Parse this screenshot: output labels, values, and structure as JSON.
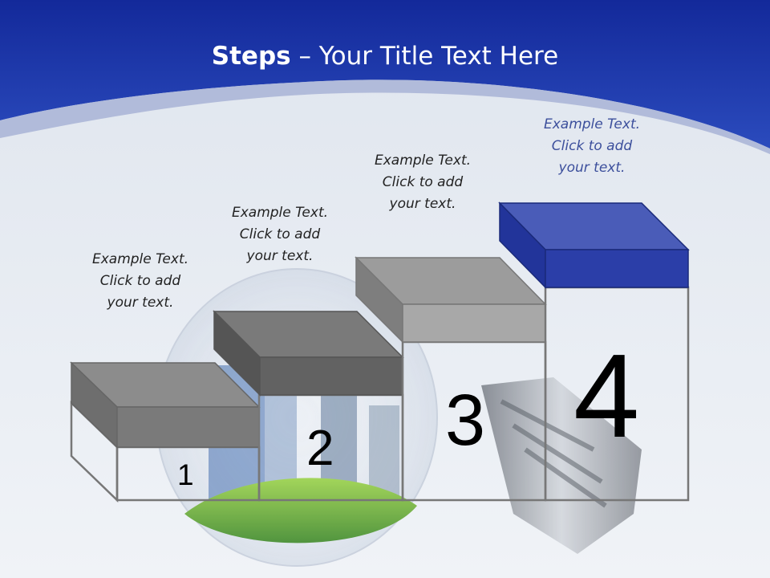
{
  "slide": {
    "title_bold": "Steps",
    "title_rest": " – Your Title Text Here"
  },
  "steps": [
    {
      "number": "1",
      "text_line1": "Example Text.",
      "text_line2": "Click  to add",
      "text_line3": "your text.",
      "color": "#8c8c8c"
    },
    {
      "number": "2",
      "text_line1": "Example Text.",
      "text_line2": "Click  to add",
      "text_line3": "your text.",
      "color": "#6e6e6e"
    },
    {
      "number": "3",
      "text_line1": "Example Text.",
      "text_line2": "Click  to add",
      "text_line3": "your text.",
      "color": "#9a9a9a"
    },
    {
      "number": "4",
      "text_line1": "Example Text.",
      "text_line2": "Click  to add",
      "text_line3": "your text.",
      "color": "#2b3ea8"
    }
  ],
  "theme": {
    "header_blue": "#1f3aa6",
    "accent_blue": "#2b3ea8",
    "background": "#e9edf3"
  }
}
